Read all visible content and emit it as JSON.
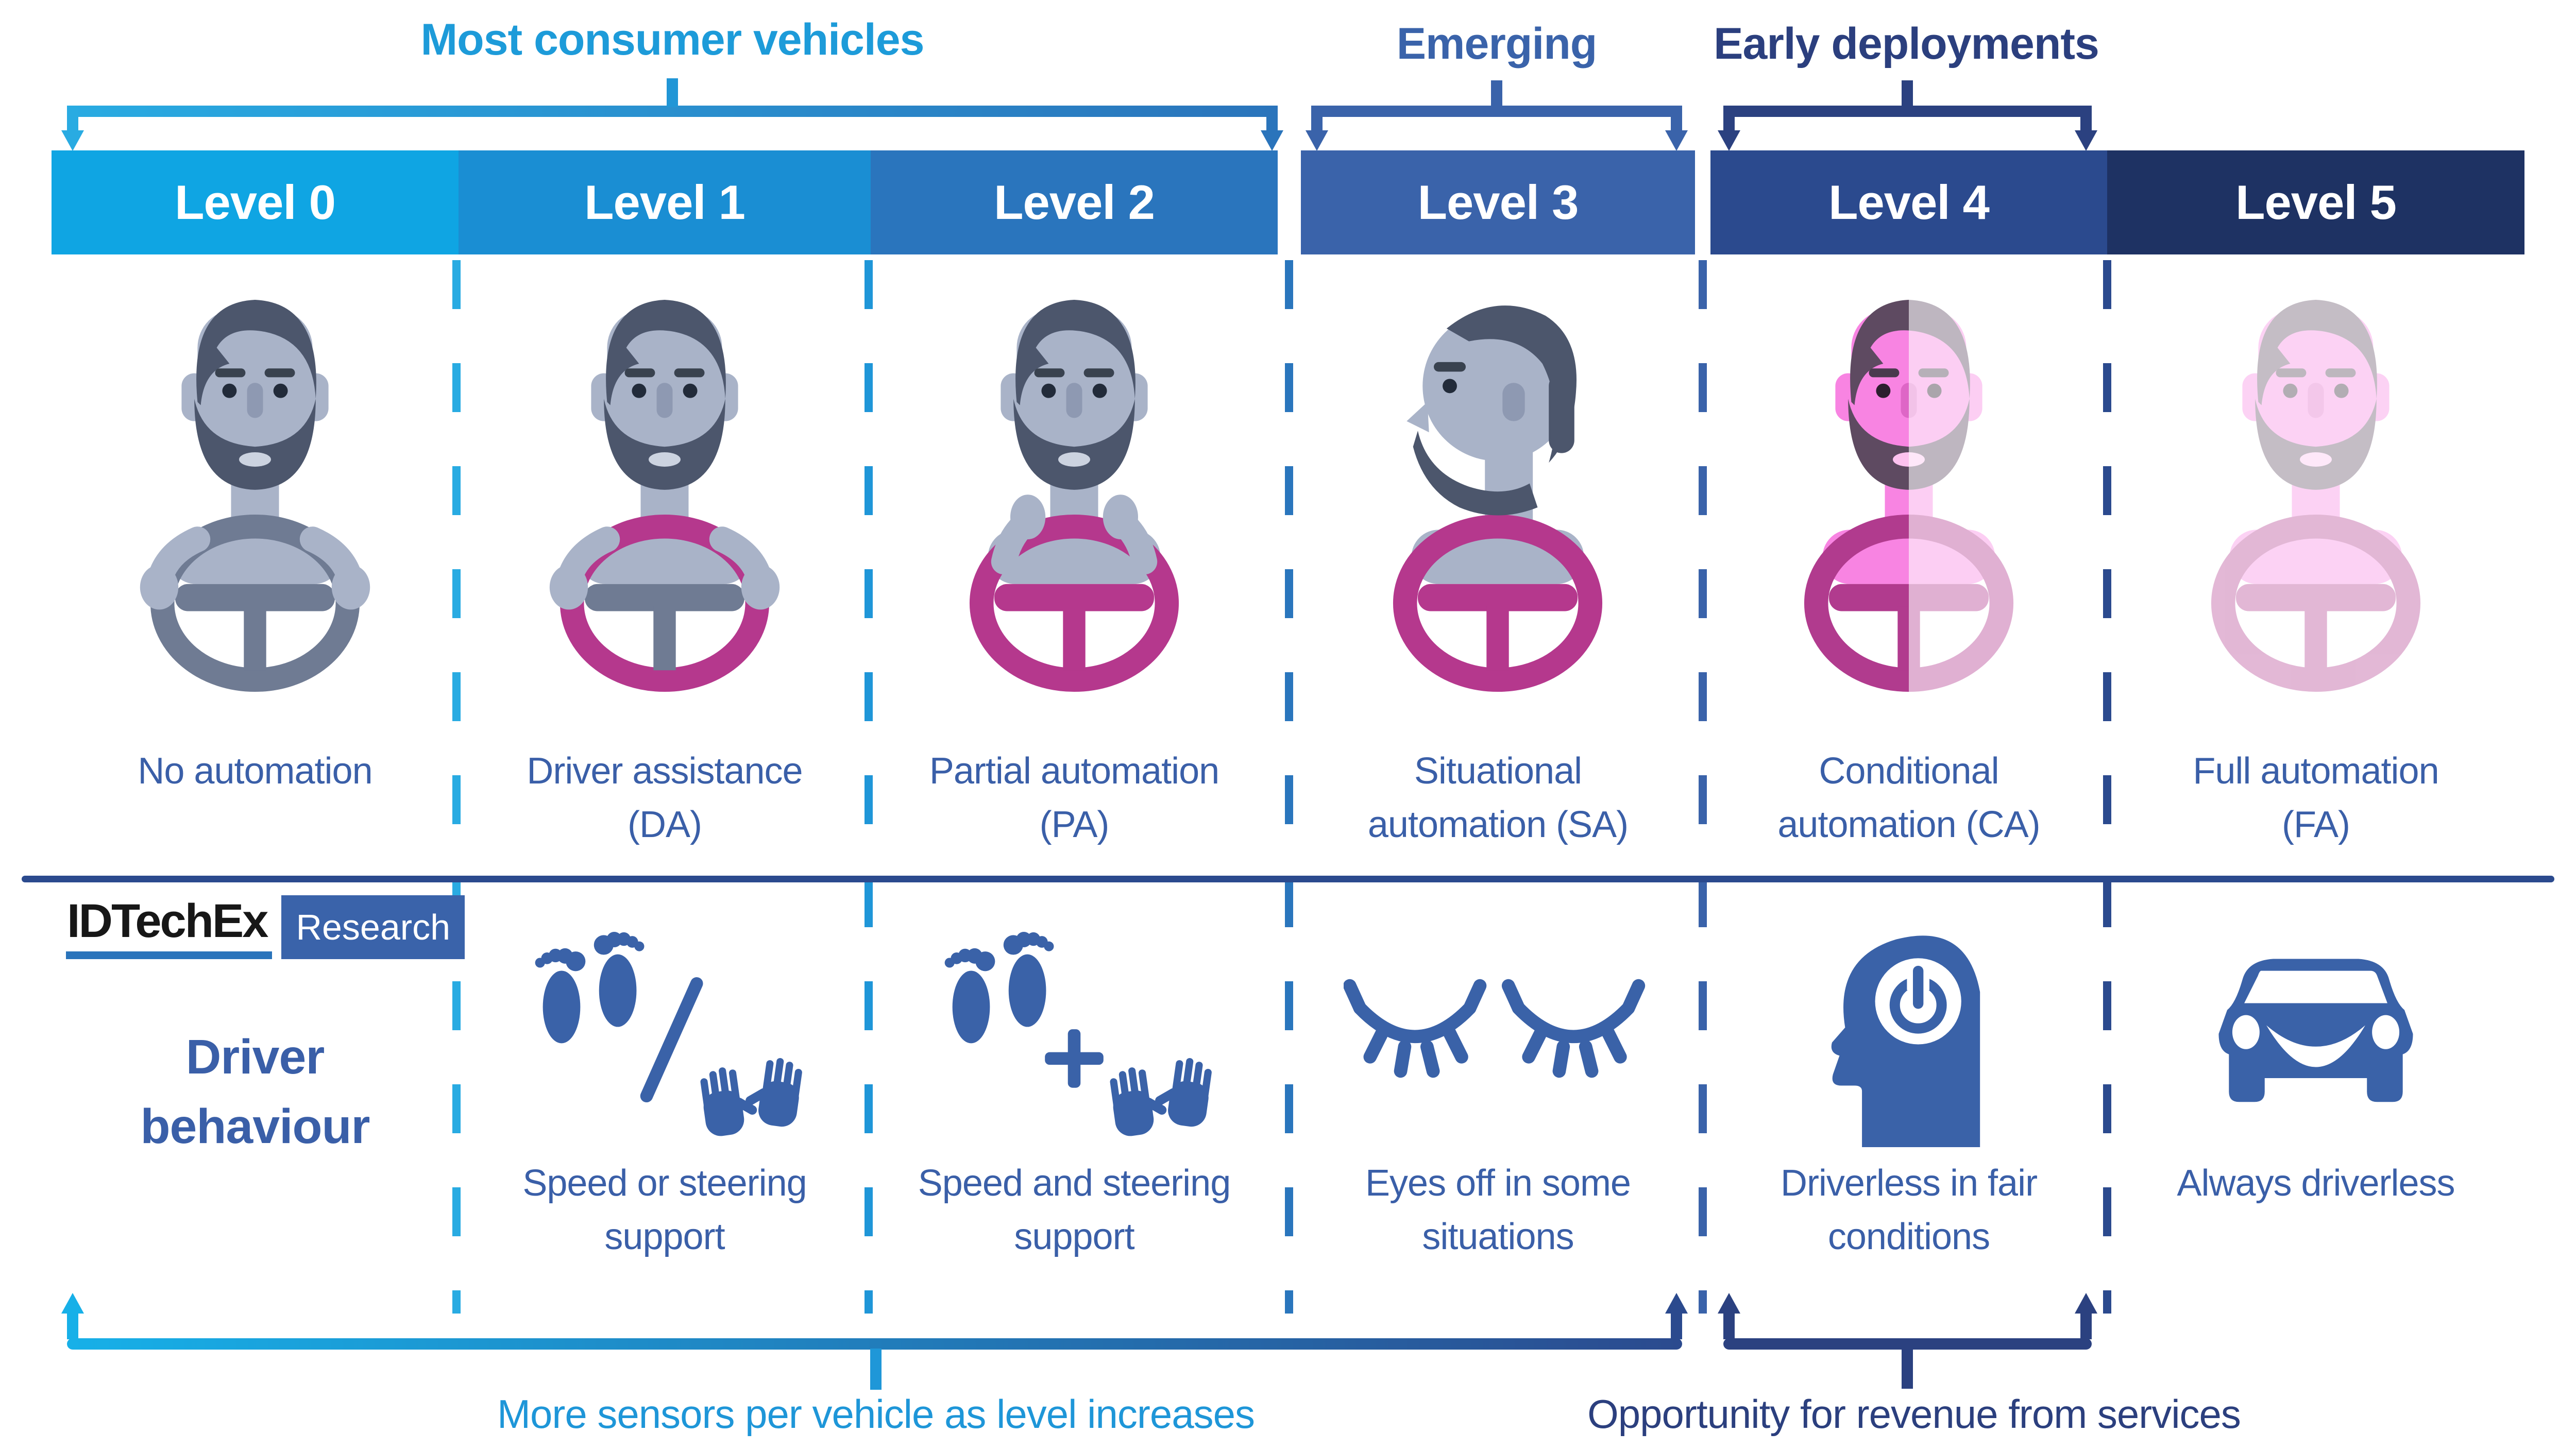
{
  "palette": {
    "caption_blue": "#3a5fa8",
    "cyan": "#29abe2",
    "mid_blue": "#2a74bb",
    "bracket_blue": "#3a63aa",
    "bracket_navy": "#2b4180",
    "navy": "#2b4a8e",
    "icon_blue": "#3a62a8",
    "magenta": "#b5388d",
    "dividers": [
      "#29abe2",
      "#1f96d8",
      "#2a76bd",
      "#3a63aa",
      "#2b4a8e"
    ]
  },
  "title_groups": [
    {
      "label": "Most consumer vehicles",
      "color": "#1d9bd9",
      "spans": "Level 0 - Level 2"
    },
    {
      "label": "Emerging",
      "color": "#3a63aa",
      "spans": "Level 3"
    },
    {
      "label": "Early deployments",
      "color": "#2b3f7e",
      "spans": "Level 4"
    }
  ],
  "levels": [
    {
      "header": "Level 0",
      "header_color": "#0fa5e3",
      "caption_lines": [
        "No automation"
      ],
      "behaviour_lines": [],
      "icon": null,
      "figure": {
        "variant": "front",
        "hands": "sides",
        "fade": "none",
        "skin": "#a9b3c8",
        "skin_dark": "#8e99b2",
        "hair": "#4c566c",
        "brow": "#39424f",
        "eye": "#222b3a",
        "mouth": "#ccd3e0",
        "wheel_rim": "#6f7b93",
        "wheel_spokes": "#6f7b93"
      }
    },
    {
      "header": "Level 1",
      "header_color": "#1a8ed3",
      "caption_lines": [
        "Driver assistance",
        "(DA)"
      ],
      "behaviour_lines": [
        "Speed or steering",
        "support"
      ],
      "icon": "feet-slash-hands",
      "figure": {
        "variant": "front",
        "hands": "sides",
        "fade": "none",
        "skin": "#a9b3c8",
        "skin_dark": "#8e99b2",
        "hair": "#4c566c",
        "brow": "#39424f",
        "eye": "#222b3a",
        "mouth": "#ccd3e0",
        "wheel_rim": "#b5388d",
        "wheel_spokes": "#6f7b93"
      }
    },
    {
      "header": "Level 2",
      "header_color": "#2a75bd",
      "caption_lines": [
        "Partial automation",
        "(PA)"
      ],
      "behaviour_lines": [
        "Speed and steering",
        "support"
      ],
      "icon": "feet-plus-hands",
      "figure": {
        "variant": "front",
        "hands": "top",
        "fade": "none",
        "skin": "#a9b3c8",
        "skin_dark": "#8e99b2",
        "hair": "#4c566c",
        "brow": "#39424f",
        "eye": "#222b3a",
        "mouth": "#ccd3e0",
        "wheel_rim": "#b5388d",
        "wheel_spokes": "#b5388d"
      }
    },
    {
      "header": "Level 3",
      "header_color": "#3a63aa",
      "caption_lines": [
        "Situational",
        "automation (SA)"
      ],
      "behaviour_lines": [
        "Eyes off in some",
        "situations"
      ],
      "icon": "closed-eyes",
      "figure": {
        "variant": "profile",
        "hands": "none",
        "fade": "none",
        "skin": "#a9b3c8",
        "skin_dark": "#8e99b2",
        "hair": "#4c566c",
        "brow": "#39424f",
        "eye": "#222b3a",
        "mouth": "#ccd3e0",
        "wheel_rim": "#b5388d",
        "wheel_spokes": "#b5388d"
      }
    },
    {
      "header": "Level 4",
      "header_color": "#2b4a8e",
      "caption_lines": [
        "Conditional",
        "automation (CA)"
      ],
      "behaviour_lines": [
        "Driverless in fair",
        "conditions"
      ],
      "icon": "head-power",
      "figure": {
        "variant": "front",
        "hands": "none",
        "fade": "right",
        "skin": "#f884e2",
        "skin_dark": "#de66c6",
        "hair": "#5e4a61",
        "brow": "#4a3a4e",
        "eye": "#2c1f2e",
        "mouth": "#fdc2ef",
        "wheel_rim": "#b13b8e",
        "wheel_spokes": "#b13b8e"
      }
    },
    {
      "header": "Level 5",
      "header_color": "#1e3263",
      "caption_lines": [
        "Full automation",
        "(FA)"
      ],
      "behaviour_lines": [
        "Always driverless"
      ],
      "icon": "smiling-car",
      "figure": {
        "variant": "front",
        "hands": "none",
        "fade": "full",
        "skin": "#f884e2",
        "skin_dark": "#de66c6",
        "hair": "#5e4a61",
        "brow": "#4a3a4e",
        "eye": "#2c1f2e",
        "mouth": "#fdc2ef",
        "wheel_rim": "#b13b8e",
        "wheel_spokes": "#b13b8e"
      }
    }
  ],
  "row_label_lines": [
    "Driver",
    "behaviour"
  ],
  "logo": {
    "brand": "IDTechEx",
    "sub": "Research"
  },
  "bottom_notes": [
    {
      "label": "More sensors per vehicle as level increases",
      "color": "#1e96d8",
      "spans": "Level 0 - Level 3"
    },
    {
      "label": "Opportunity for revenue from services",
      "color": "#2b3f7e",
      "spans": "Level 4"
    }
  ]
}
